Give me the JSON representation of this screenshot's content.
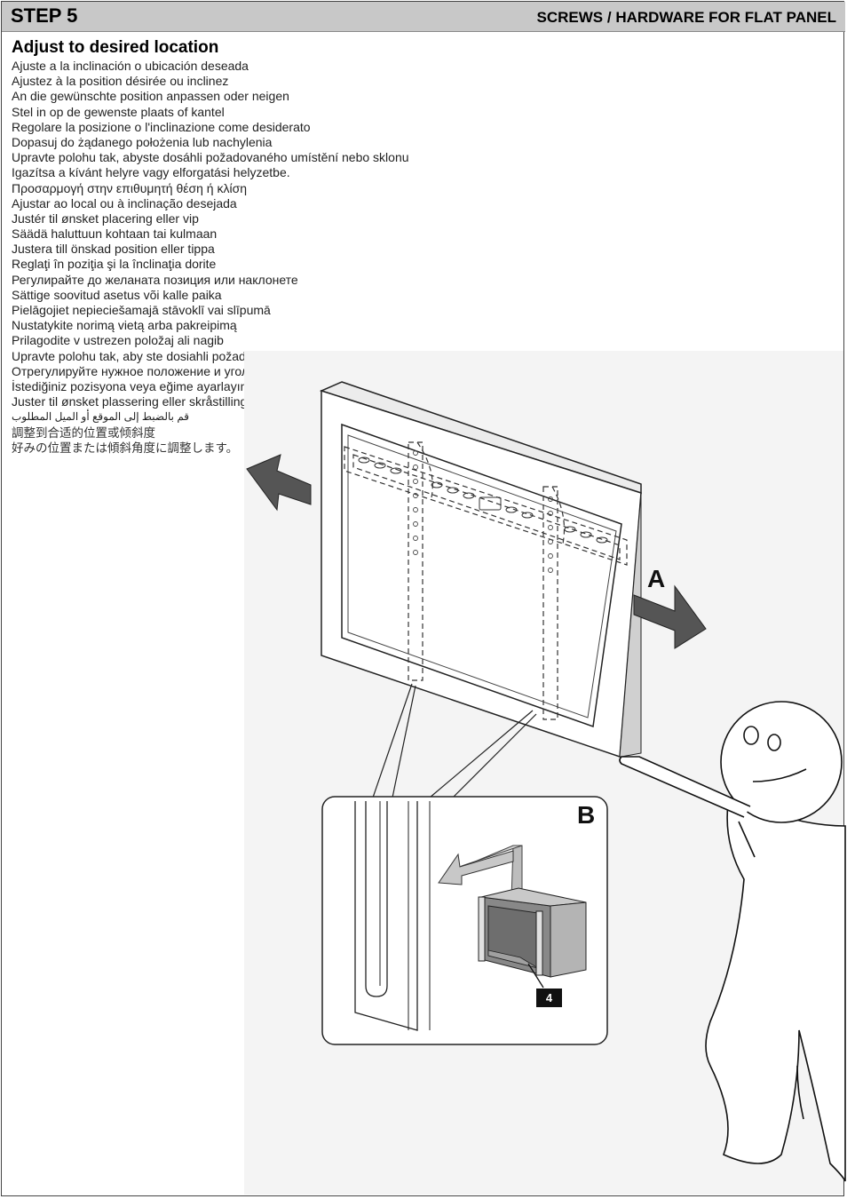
{
  "header": {
    "step": "STEP 5",
    "section": "SCREWS / HARDWARE FOR FLAT PANEL"
  },
  "instructions": {
    "heading": "Adjust to desired location",
    "lines": [
      "Ajuste a la inclinación o ubicación deseada",
      "Ajustez à la position désirée ou inclinez",
      "An die gewünschte position anpassen oder neigen",
      "Stel in op de gewenste plaats of kantel",
      "Regolare la posizione o l'inclinazione come desiderato",
      "Dopasuj do żądanego położenia lub nachylenia",
      "Upravte polohu tak, abyste dosáhli požadovaného umístění nebo sklonu",
      "Igazítsa a kívánt helyre vagy elforgatási helyzetbe.",
      "Προσαρμογή στην επιθυμητή θέση ή κλίση",
      "Ajustar ao local ou à inclinação  desejada",
      "Justér til ønsket placering eller vip",
      "Säädä haluttuun kohtaan tai kulmaan",
      "Justera till önskad position eller tippa",
      "Reglaţi în poziţia şi la înclinaţia dorite",
      "Регулирайте до желаната позиция или наклонете",
      "Sättige soovitud asetus või kalle paika",
      "Pielāgojiet nepieciešamajā stāvoklī vai slīpumā",
      "Nustatykite norimą vietą arba pakreipimą",
      "Prilagodite v ustrezen položaj ali nagib",
      "Upravte polohu tak, aby ste dosiahli požadované umiestnenie alebo sklon",
      "Отрегулируйте нужное положение и угол наклона",
      "İstediğiniz pozisyona veya eğime ayarlayın",
      "Juster til ønsket plassering eller skråstilling",
      "قم بالضبط إلى الموقع أو الميل المطلوب",
      "調整到合适的位置或倾斜度",
      "好みの位置または傾斜角度に調整します。"
    ]
  },
  "illustration": {
    "label_a": "A",
    "label_b": "B",
    "part_number": "4"
  }
}
